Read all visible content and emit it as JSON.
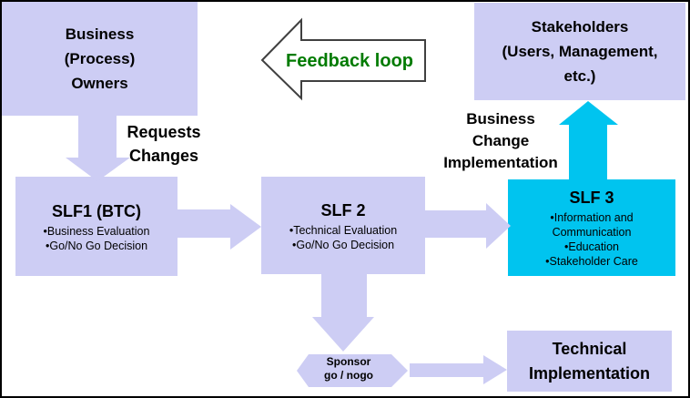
{
  "colors": {
    "box_fill": "#cdcdf4",
    "arrow_fill": "#cdcdf4",
    "cyan_fill": "#00c4ef",
    "feedback_text_green": "#007b00",
    "outline_gray": "#404040",
    "background": "#ffffff",
    "frame_border": "#000000",
    "text": "#000000"
  },
  "nodes": {
    "business_owners": {
      "line1": "Business",
      "line2": "(Process)",
      "line3": "Owners"
    },
    "stakeholders": {
      "line1": "Stakeholders",
      "line2": "(Users, Management,",
      "line3": "etc.)"
    },
    "slf1": {
      "title": "SLF1 (BTC)",
      "bullet1": "•Business Evaluation",
      "bullet2": "•Go/No Go Decision"
    },
    "slf2": {
      "title": "SLF 2",
      "bullet1": "•Technical Evaluation",
      "bullet2": "•Go/No Go Decision"
    },
    "slf3": {
      "title": "SLF 3",
      "bullet1": "•Information and Communication",
      "bullet2": "•Education",
      "bullet3": "•Stakeholder Care"
    },
    "sponsor_gate": {
      "line1": "Sponsor",
      "line2": "go / nogo"
    },
    "technical_implementation": {
      "line1": "Technical",
      "line2": "Implementation"
    }
  },
  "labels": {
    "feedback_loop": "Feedback loop",
    "requests_changes": {
      "line1": "Requests",
      "line2": "Changes"
    },
    "business_change_implementation": {
      "line1": "Business",
      "line2": "Change",
      "line3": "Implementation"
    }
  }
}
